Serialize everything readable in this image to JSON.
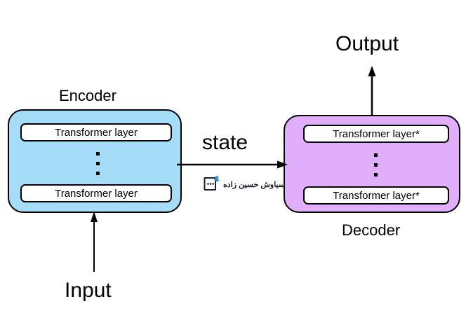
{
  "diagram": {
    "title_labels": {
      "output": "Output",
      "input": "Input",
      "state": "state"
    },
    "encoder": {
      "label": "Encoder",
      "color": "#a5dcf8",
      "layers": [
        {
          "label": "Transformer layer"
        },
        {
          "label": "Transformer layer"
        }
      ],
      "ellipsis": "vertical-dots"
    },
    "decoder": {
      "label": "Decoder",
      "color": "#e0aefa",
      "layers": [
        {
          "label": "Transformer layer*"
        },
        {
          "label": "Transformer layer*"
        }
      ],
      "ellipsis": "vertical-dots"
    },
    "arrows": [
      {
        "name": "input-to-encoder",
        "direction": "up"
      },
      {
        "name": "encoder-to-decoder",
        "direction": "right",
        "label": "state"
      },
      {
        "name": "decoder-to-output",
        "direction": "up"
      }
    ],
    "watermark": {
      "text": "سیاوش حسین زاده",
      "icon": "speech-bubble-icon",
      "icon_color": "#1f78c8"
    }
  }
}
